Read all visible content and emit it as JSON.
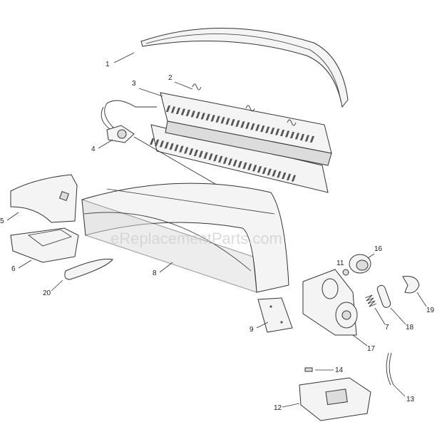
{
  "diagram": {
    "watermark": "eReplacementParts.com",
    "callouts": [
      "1",
      "2",
      "3",
      "4",
      "5",
      "6",
      "7",
      "8",
      "9",
      "11",
      "12",
      "13",
      "14",
      "16",
      "17",
      "18",
      "19",
      "20"
    ]
  }
}
